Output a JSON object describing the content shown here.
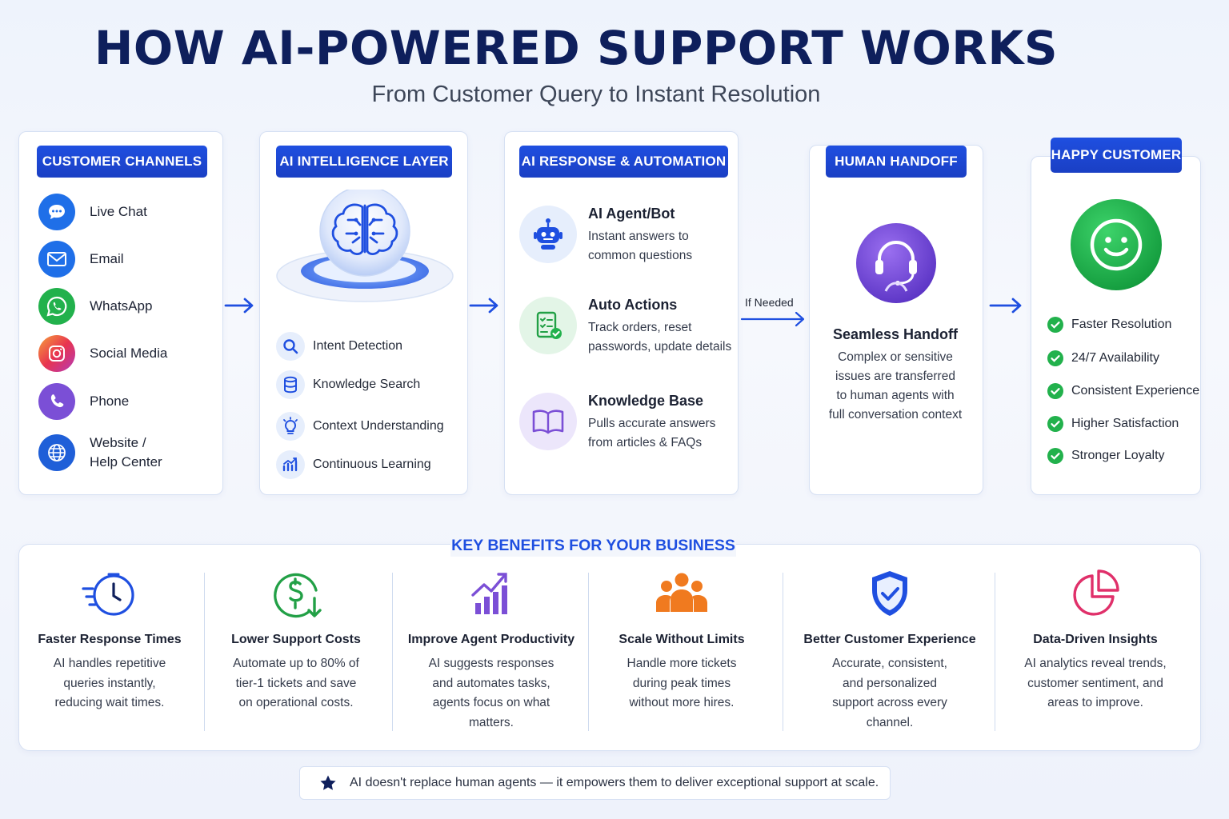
{
  "header": {
    "title": "HOW AI-POWERED SUPPORT WORKS",
    "subtitle": "From Customer Query to Instant Resolution"
  },
  "channels": {
    "label": "CUSTOMER CHANNELS",
    "items": [
      {
        "label": "Live Chat",
        "icon": "chat-bubble-icon",
        "color": "#1f6fe8"
      },
      {
        "label": "Email",
        "icon": "envelope-icon",
        "color": "#1f6fe8"
      },
      {
        "label": "WhatsApp",
        "icon": "whatsapp-icon",
        "color": "#22b14c"
      },
      {
        "label": "Social Media",
        "icon": "instagram-icon",
        "color": "#e0306a"
      },
      {
        "label": "Phone",
        "icon": "phone-icon",
        "color": "#7b4fd6"
      },
      {
        "label": "Website /",
        "label2": "Help Center",
        "icon": "globe-icon",
        "color": "#1f5fd8"
      }
    ]
  },
  "intelligence": {
    "label": "AI INTELLIGENCE LAYER",
    "hero_icon": "brain-icon",
    "items": [
      {
        "label": "Intent Detection",
        "icon": "search-icon"
      },
      {
        "label": "Knowledge Search",
        "icon": "database-icon"
      },
      {
        "label": "Context Understanding",
        "icon": "lightbulb-icon"
      },
      {
        "label": "Continuous Learning",
        "icon": "growth-chart-icon"
      }
    ]
  },
  "response": {
    "label": "AI RESPONSE & AUTOMATION",
    "items": [
      {
        "title": "AI Agent/Bot",
        "desc1": "Instant answers to",
        "desc2": "common questions",
        "icon": "robot-icon"
      },
      {
        "title": "Auto Actions",
        "desc1": "Track orders, reset",
        "desc2": "passwords, update details",
        "icon": "checklist-icon"
      },
      {
        "title": "Knowledge Base",
        "desc1": "Pulls accurate answers",
        "desc2": "from articles & FAQs",
        "icon": "book-icon"
      }
    ]
  },
  "handoff": {
    "label": "HUMAN HANDOFF",
    "arrow_label": "If Needed",
    "icon": "headset-agent-icon",
    "title": "Seamless Handoff",
    "desc": [
      "Complex or sensitive",
      "issues are transferred",
      "to human agents with",
      "full conversation context"
    ]
  },
  "customer": {
    "label": "HAPPY CUSTOMER",
    "icon": "smiley-face-icon",
    "items": [
      "Faster Resolution",
      "24/7 Availability",
      "Consistent Experience",
      "Higher Satisfaction",
      "Stronger Loyalty"
    ]
  },
  "benefits": {
    "label": "KEY BENEFITS FOR YOUR BUSINESS",
    "items": [
      {
        "title": "Faster Response Times",
        "desc": [
          "AI handles repetitive",
          "queries instantly,",
          "reducing wait times."
        ],
        "icon": "fast-clock-icon"
      },
      {
        "title": "Lower Support Costs",
        "desc": [
          "Automate up to 80% of",
          "tier-1 tickets and save",
          "on operational costs."
        ],
        "icon": "dollar-down-icon"
      },
      {
        "title": "Improve Agent Productivity",
        "desc": [
          "AI suggests responses",
          "and automates tasks,",
          "agents focus on what",
          "matters."
        ],
        "icon": "bar-growth-icon"
      },
      {
        "title": "Scale Without Limits",
        "desc": [
          "Handle more tickets",
          "during peak times",
          "without more hires."
        ],
        "icon": "team-icon"
      },
      {
        "title": "Better Customer Experience",
        "desc": [
          "Accurate, consistent,",
          "and personalized",
          "support across every",
          "channel."
        ],
        "icon": "shield-check-icon"
      },
      {
        "title": "Data-Driven Insights",
        "desc": [
          "AI analytics reveal trends,",
          "customer sentiment, and",
          "areas to improve."
        ],
        "icon": "pie-chart-icon"
      }
    ]
  },
  "footer": {
    "note": "AI doesn't replace human agents — it empowers them to deliver exceptional support at scale.",
    "icon": "star-icon"
  },
  "colors": {
    "primary": "#1f4fe0",
    "navy": "#0e1f5c",
    "green": "#22b14c",
    "purple": "#7b4fd6"
  }
}
